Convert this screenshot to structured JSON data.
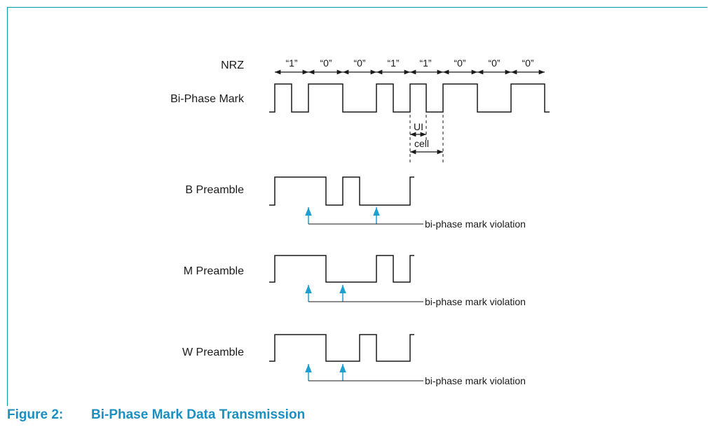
{
  "labels": {
    "nrz": "NRZ",
    "bpm": "Bi-Phase Mark",
    "b_preamble": "B Preamble",
    "m_preamble": "M Preamble",
    "w_preamble": "W Preamble"
  },
  "nrz_bits": [
    "“1”",
    "“0”",
    "“0”",
    "“1”",
    "“1”",
    "“0”",
    "“0”",
    "“0”"
  ],
  "annotations": {
    "ui": "UI",
    "cell": "cell",
    "violation": "bi-phase mark violation"
  },
  "caption": {
    "number": "Figure 2:",
    "title": "Bi-Phase Mark Data Transmission"
  },
  "colors": {
    "frame": "#009aa3",
    "caption": "#1b8fc2",
    "arrow": "#1f9fd0"
  }
}
